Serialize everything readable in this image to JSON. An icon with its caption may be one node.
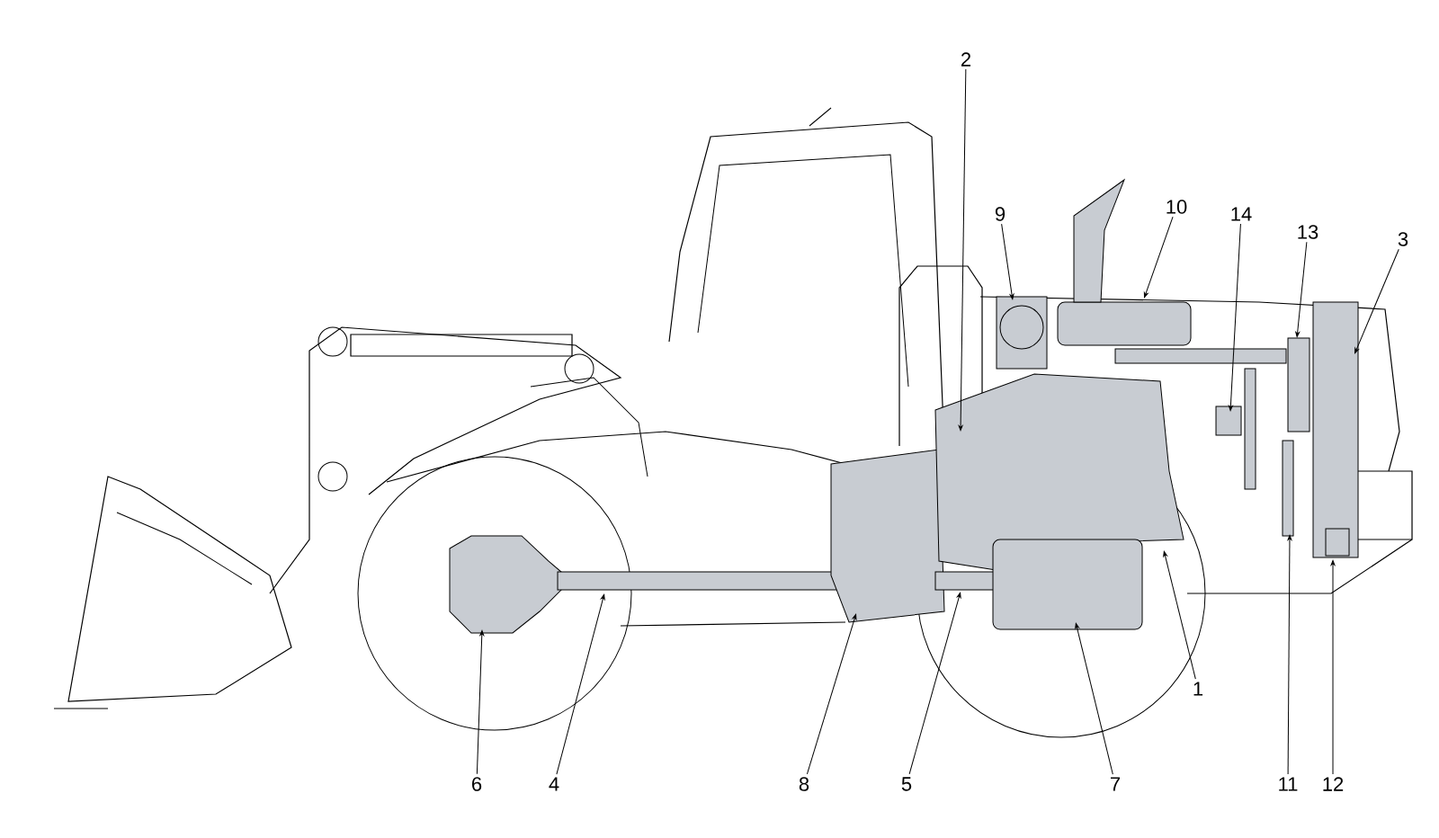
{
  "diagram": {
    "nodes": [
      {
        "text": [
          "1"
        ]
      },
      {
        "text": [
          "2"
        ]
      },
      {
        "text": [
          "3"
        ]
      },
      {
        "text": [
          "4"
        ]
      },
      {
        "text": [
          "5"
        ]
      },
      {
        "text": [
          "6"
        ]
      },
      {
        "text": [
          "7"
        ]
      },
      {
        "text": [
          "8"
        ]
      },
      {
        "text": [
          "9"
        ]
      },
      {
        "text": [
          "10"
        ]
      },
      {
        "text": [
          "11"
        ]
      },
      {
        "text": [
          "12"
        ]
      },
      {
        "text": [
          "13"
        ]
      },
      {
        "text": [
          "14"
        ]
      }
    ],
    "edges": [
      {
        "from": 0,
        "to": null,
        "arrow": "to"
      },
      {
        "from": 1,
        "to": null,
        "arrow": "to"
      },
      {
        "from": 2,
        "to": null,
        "arrow": "to"
      },
      {
        "from": 3,
        "to": null,
        "arrow": "to"
      },
      {
        "from": 4,
        "to": null,
        "arrow": "to"
      },
      {
        "from": 5,
        "to": null,
        "arrow": "to"
      },
      {
        "from": 6,
        "to": null,
        "arrow": "to"
      },
      {
        "from": 7,
        "to": null,
        "arrow": "to"
      },
      {
        "from": 8,
        "to": null,
        "arrow": "to"
      },
      {
        "from": 9,
        "to": null,
        "arrow": "to"
      },
      {
        "from": 10,
        "to": null,
        "arrow": "to"
      },
      {
        "from": 11,
        "to": null,
        "arrow": "to"
      },
      {
        "from": 12,
        "to": null,
        "arrow": "to"
      },
      {
        "from": 13,
        "to": null,
        "arrow": "to"
      }
    ]
  }
}
